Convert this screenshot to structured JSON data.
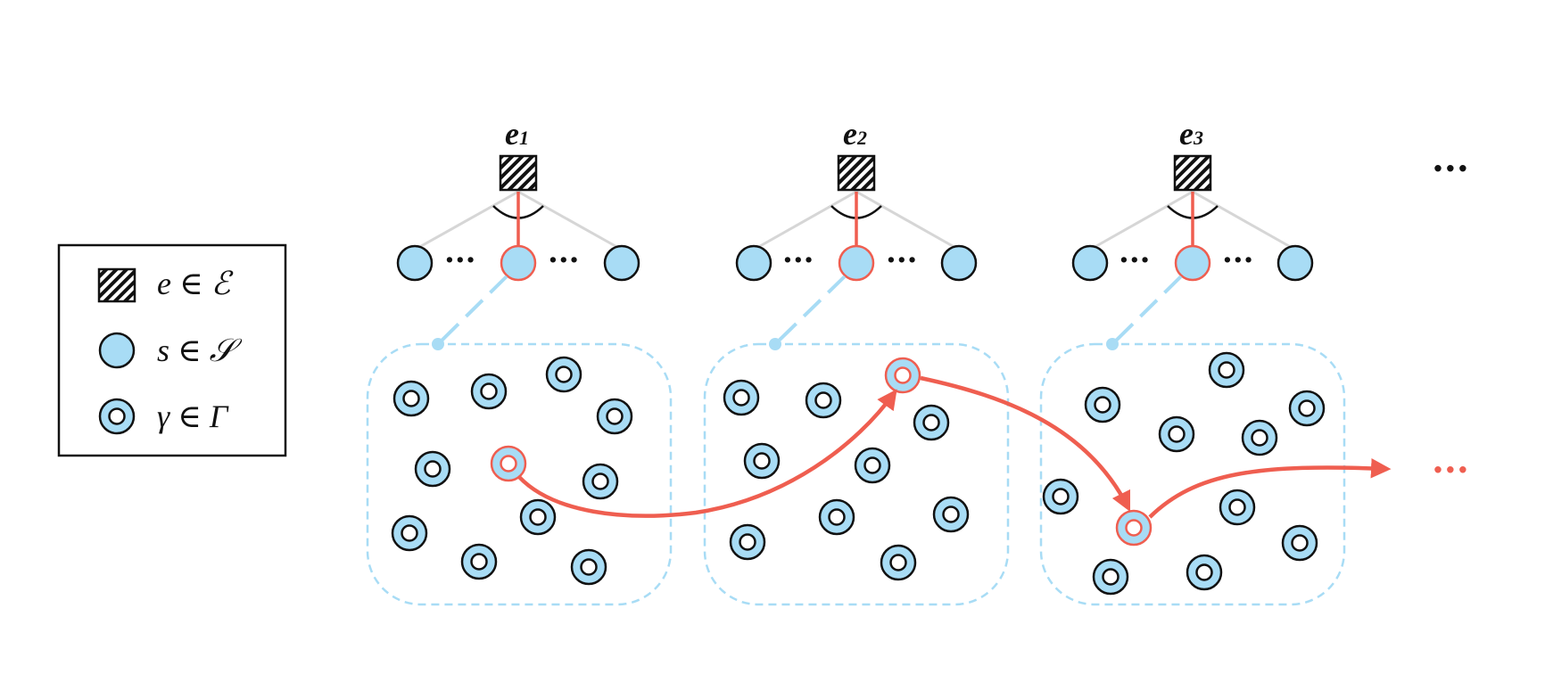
{
  "legend": {
    "items": [
      {
        "symbol": "hatched-square",
        "label": "e ∈ ℰ"
      },
      {
        "symbol": "filled-circle",
        "label": "s ∈ 𝒮"
      },
      {
        "symbol": "ring-circle",
        "label": "γ ∈ Γ"
      }
    ]
  },
  "episodes": [
    {
      "label_main": "e",
      "label_sub": "1"
    },
    {
      "label_main": "e",
      "label_sub": "2"
    },
    {
      "label_main": "e",
      "label_sub": "3"
    }
  ],
  "ellipsis": "···",
  "colors": {
    "node_fill": "#a8dcf5",
    "highlight": "#ef5e50",
    "dashed_box": "#a8dcf5",
    "edge_gray": "#d6d6d6",
    "ink": "#111111"
  }
}
